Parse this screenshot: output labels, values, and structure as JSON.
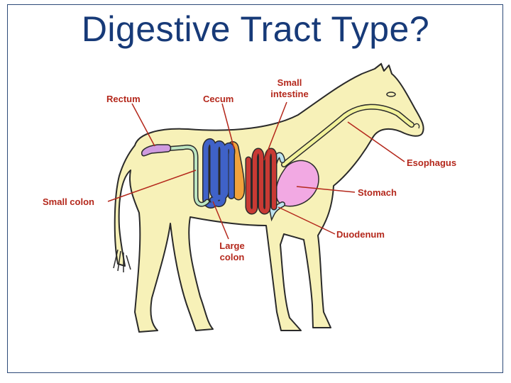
{
  "slide": {
    "title": "Digestive Tract Type?"
  },
  "colors": {
    "title": "#173a78",
    "label": "#b4281c",
    "body": "#f7f1b8",
    "outline": "#2a2a2a",
    "stomach": "#f2a9e3",
    "small_intestine": "#c83a34",
    "large_colon": "#3f62c8",
    "cecum": "#f0a23c",
    "small_colon": "#bde6c2",
    "rectum": "#cf9be0",
    "esophagus": "#f2f29a",
    "duodenum": "#bfe4ef"
  },
  "labels": {
    "rectum": "Rectum",
    "cecum": "Cecum",
    "small_intestine_line1": "Small",
    "small_intestine_line2": "intestine",
    "esophagus": "Esophagus",
    "stomach": "Stomach",
    "duodenum": "Duodenum",
    "small_colon": "Small colon",
    "large_colon_line1": "Large",
    "large_colon_line2": "colon"
  }
}
